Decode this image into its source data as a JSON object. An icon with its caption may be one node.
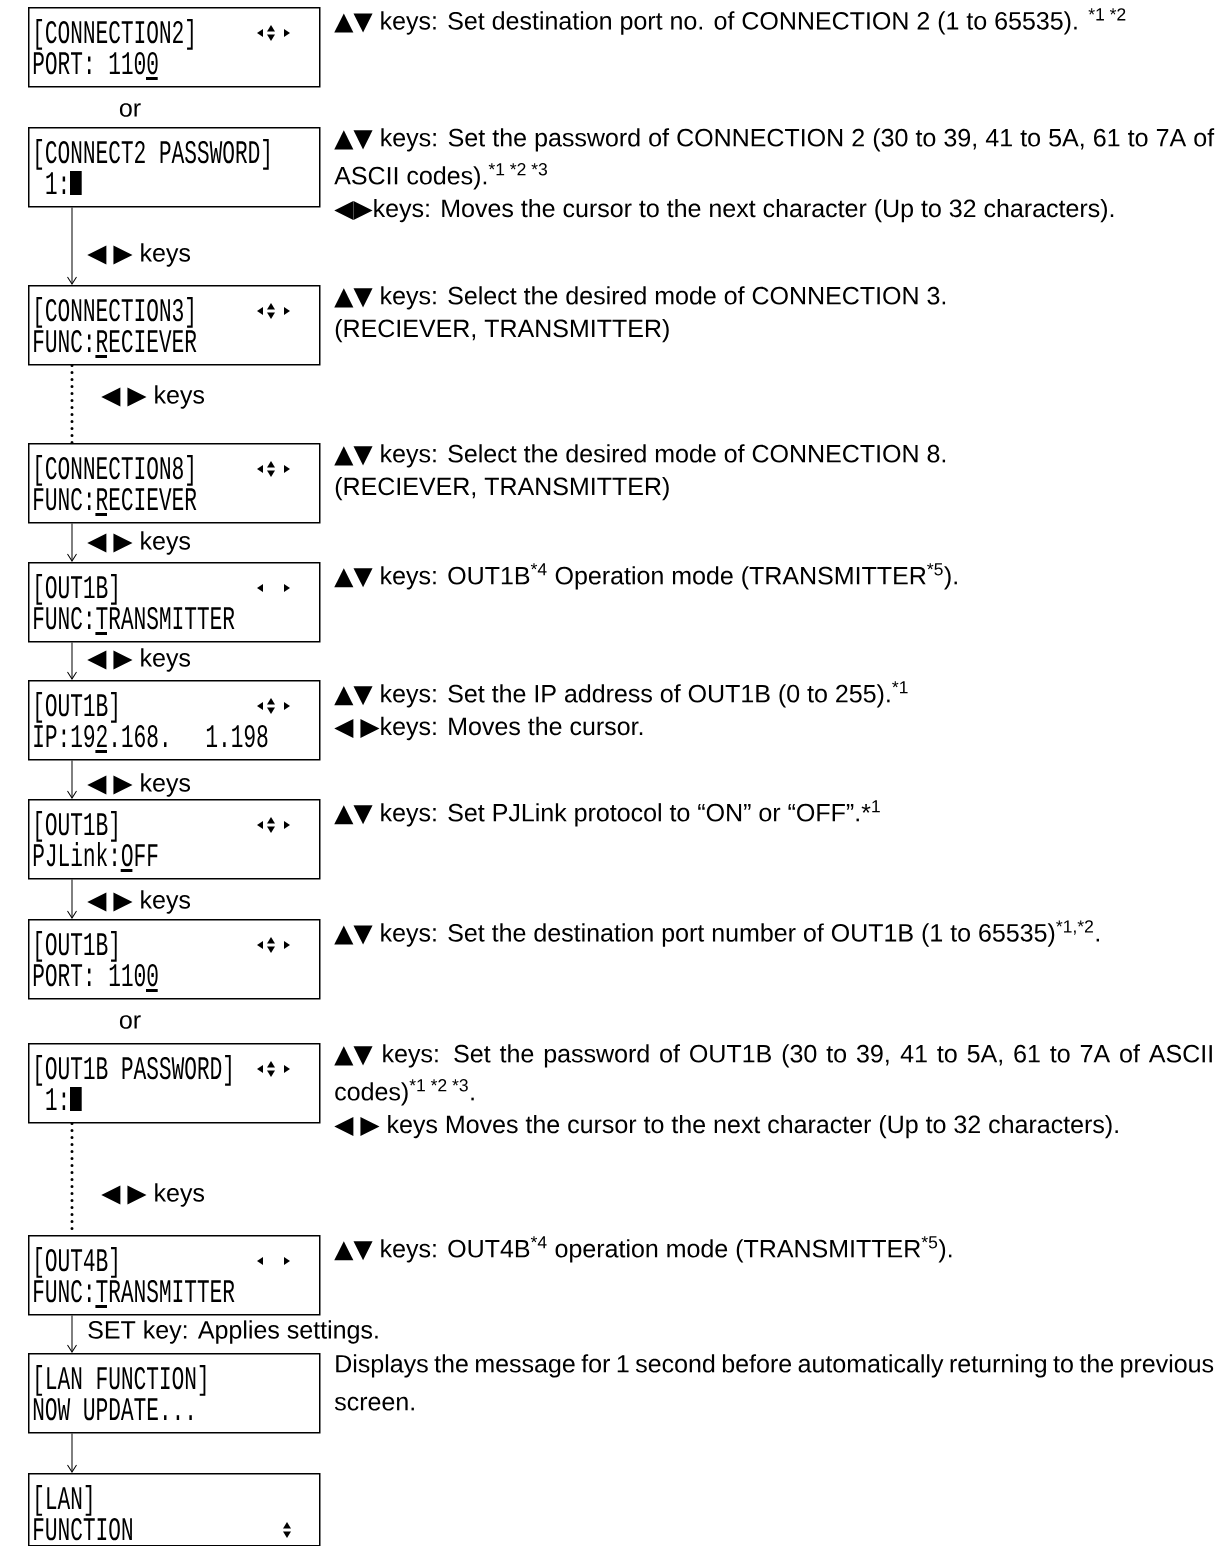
{
  "diagram": {
    "nodes": [
      {
        "text": [
          "[CONNECTION2]",
          "PORT: 1100"
        ],
        "beside": [
          "▲▼ keys: Set destination port no. of CONNECTION 2 (1 to 65535). $^{*1 *2}$"
        ]
      },
      {
        "text": [
          "[CONNECT2 PASSWORD]",
          "1:"
        ],
        "beside": [
          "▲▼ keys: Set the password of CONNECTION 2 (30 to 39, 41 to 5A, 61 to 7A of ASCII codes).$^{*1 *2 *3}$",
          "◀▶keys: Moves the cursor to the next character (Up to 32 characters)."
        ]
      },
      {
        "text": [
          "[CONNECTION3]",
          "FUNC:RECIEVER"
        ],
        "beside": [
          "▲▼ keys: Select the desired mode of CONNECTION 3.",
          "(RECIEVER, TRANSMITTER)"
        ]
      },
      {
        "text": [
          "[CONNECTION8]",
          "FUNC:RECIEVER"
        ],
        "beside": [
          "▲▼ keys: Select the desired mode of CONNECTION 8.",
          "(RECIEVER, TRANSMITTER)"
        ]
      },
      {
        "text": [
          "[OUT1B]",
          "FUNC:TRANSMITTER"
        ],
        "beside": [
          "▲▼ keys: OUT1B$^{*4}$ Operation mode (TRANSMITTER$^{*5}$)."
        ]
      },
      {
        "text": [
          "[OUT1B]",
          "IP:192.168.  1.198"
        ],
        "beside": [
          "▲▼ keys: Set the IP address of OUT1B (0 to 255).$^{*1}$",
          "◀ ▶keys: Moves the cursor."
        ]
      },
      {
        "text": [
          "[OUT1B]",
          "PJLink:OFF"
        ],
        "beside": [
          "▲▼ keys: Set PJLink protocol to “ON” or “OFF”.*$^{1}$"
        ]
      },
      {
        "text": [
          "[OUT1B]",
          "PORT: 1100"
        ],
        "beside": [
          "▲▼ keys: Set the destination port number of OUT1B (1 to 65535)$^{*1,*2}$."
        ]
      },
      {
        "text": [
          "[OUT1B PASSWORD]",
          "1:"
        ],
        "beside": [
          "▲▼ keys: Set the password of OUT1B (30 to 39, 41 to 5A, 61 to 7A of ASCII codes)$^{*1 *2 *3}$.",
          "◀ ▶ keys Moves the cursor to the next character (Up to 32 characters)."
        ]
      },
      {
        "text": [
          "[OUT4B]",
          "FUNC:TRANSMITTER"
        ],
        "beside": [
          "▲▼ keys: OUT4B$^{*4}$ operation mode (TRANSMITTER$^{*5}$)."
        ]
      },
      {
        "text": [
          "[LAN FUNCTION]",
          "NOW UPDATE..."
        ],
        "beside": [
          "Displays the message for 1 second before automatically returning to the previous screen."
        ]
      },
      {
        "text": [
          "[LAN]",
          "FUNCTION"
        ]
      }
    ],
    "edges": [
      {
        "from": 1,
        "to": 2,
        "arrow": "to",
        "label": "◀ ▶ keys"
      },
      {
        "from": 2,
        "to": 3,
        "arrow": "none",
        "style": "dashed",
        "label": "◀ ▶ keys"
      },
      {
        "from": 3,
        "to": 4,
        "arrow": "to",
        "label": "◀ ▶ keys"
      },
      {
        "from": 4,
        "to": 5,
        "arrow": "to",
        "label": "◀ ▶ keys"
      },
      {
        "from": 5,
        "to": 6,
        "arrow": "to",
        "label": "◀ ▶ keys"
      },
      {
        "from": 6,
        "to": 7,
        "arrow": "to",
        "label": "◀ ▶ keys"
      },
      {
        "from": 8,
        "to": 9,
        "arrow": "none",
        "style": "dashed",
        "label": "◀ ▶ keys"
      },
      {
        "from": 9,
        "to": 10,
        "arrow": "to",
        "label": "SET key: Applies settings."
      },
      {
        "from": 10,
        "to": 11,
        "arrow": "to"
      }
    ],
    "labels": [
      "or",
      "or"
    ]
  }
}
